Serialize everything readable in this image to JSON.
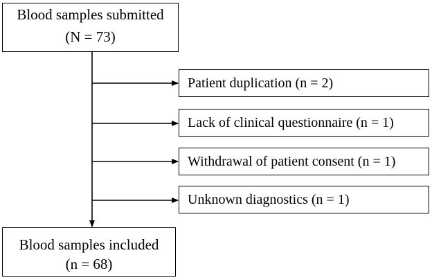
{
  "start": {
    "line1": "Blood samples submitted",
    "line2": "(N = 73)"
  },
  "exclusions": [
    {
      "label": "Patient duplication (n = 2)"
    },
    {
      "label": "Lack of clinical questionnaire (n = 1)"
    },
    {
      "label": "Withdrawal of patient consent (n = 1)"
    },
    {
      "label": "Unknown diagnostics (n = 1)"
    }
  ],
  "end": {
    "line1": "Blood samples included",
    "line2": "(n = 68)"
  }
}
